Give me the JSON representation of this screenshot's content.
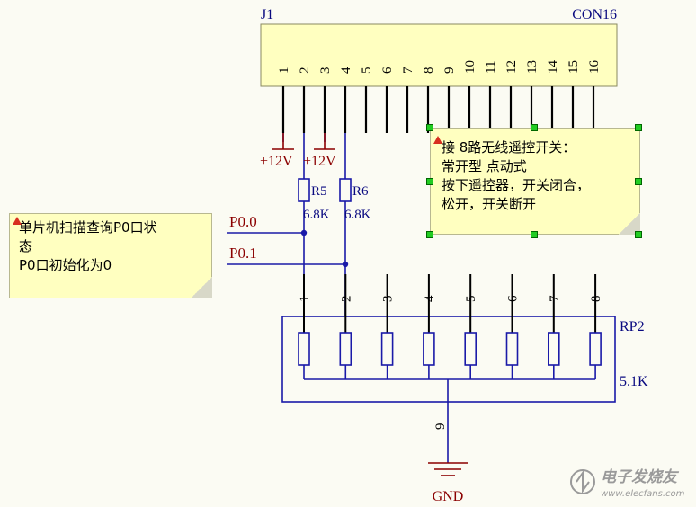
{
  "connector": {
    "designator": "J1",
    "part": "CON16",
    "pins": [
      "1",
      "2",
      "3",
      "4",
      "5",
      "6",
      "7",
      "8",
      "9",
      "10",
      "11",
      "12",
      "13",
      "14",
      "15",
      "16"
    ]
  },
  "power": [
    "+12V",
    "+12V"
  ],
  "resistors": [
    {
      "designator": "R5",
      "value": "6.8K"
    },
    {
      "designator": "R6",
      "value": "6.8K"
    }
  ],
  "nets": [
    "P0.0",
    "P0.1"
  ],
  "resistor_pack": {
    "designator": "RP2",
    "value": "5.1K",
    "pins": [
      "1",
      "2",
      "3",
      "4",
      "5",
      "6",
      "7",
      "8"
    ],
    "common_pin": "9"
  },
  "ground": "GND",
  "notes": {
    "left": [
      "单片机扫描查询P0口状",
      "态",
      "P0口初始化为0"
    ],
    "right": [
      "接 8路无线遥控开关：",
      "常开型 点动式",
      "按下遥控器，开关闭合，",
      "松开，开关断开"
    ]
  },
  "watermark": {
    "brand": "电子发烧友",
    "url": "www.elecfans.com"
  },
  "colors": {
    "wire": "#1a1aa8",
    "pin": "#000000",
    "label_red": "#8b0000",
    "note_bg": "#ffffc0",
    "handle": "#22cc22"
  }
}
